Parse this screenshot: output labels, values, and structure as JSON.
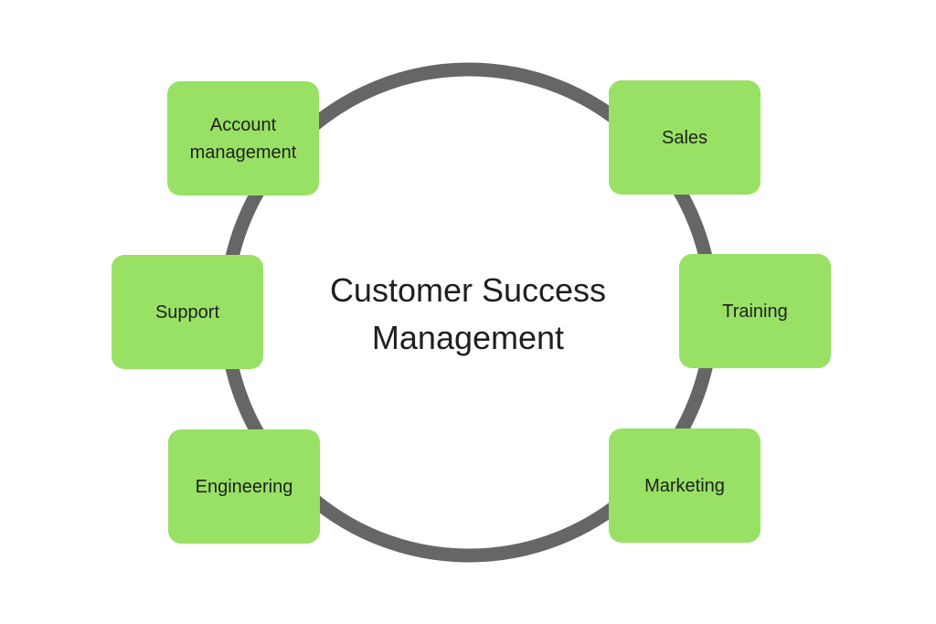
{
  "diagram": {
    "title_line1": "Customer Success",
    "title_line2": "Management",
    "nodes": [
      {
        "id": "account",
        "label": "Account\nmanagement"
      },
      {
        "id": "sales",
        "label": "Sales"
      },
      {
        "id": "support",
        "label": "Support"
      },
      {
        "id": "training",
        "label": "Training"
      },
      {
        "id": "engineering",
        "label": "Engineering"
      },
      {
        "id": "marketing",
        "label": "Marketing"
      }
    ]
  },
  "colors": {
    "ring": "#666666",
    "node_fill": "#98e165",
    "text": "#1f1f1f",
    "background": "#ffffff"
  }
}
